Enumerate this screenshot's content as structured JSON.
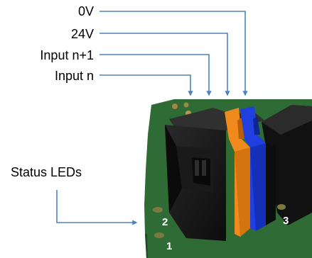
{
  "signals": {
    "zero_v": "0V",
    "v24": "24V",
    "input_n1": "Input n+1",
    "input_n": "Input n",
    "status_leds": "Status LEDs"
  },
  "led_markers": {
    "led_2": "2",
    "led_1": "1",
    "led_3": "3"
  },
  "colors": {
    "line_blue": "#4f81bd",
    "pcb_green": "#2f6b34",
    "connector_black": "#141414",
    "wire_orange": "#f08a1c",
    "wire_blue": "#1f3fe0"
  }
}
